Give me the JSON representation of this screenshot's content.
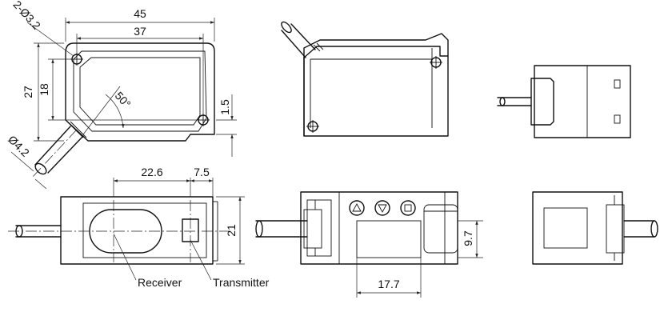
{
  "dimensions": {
    "width_overall": "45",
    "width_inner": "37",
    "height_overall": "27",
    "height_inner": "18",
    "hole": "2-Ø3.2",
    "angle": "50°",
    "offset": "1.5",
    "cable": "Ø4.2",
    "receiver_pos": "22.6",
    "transmitter_pos": "7.5",
    "depth": "21",
    "display_height": "9.7",
    "display_width": "17.7"
  },
  "labels": {
    "receiver": "Receiver",
    "transmitter": "Transmitter"
  },
  "buttons": {
    "up": "up-triangle-icon",
    "down": "down-triangle-icon",
    "mode": "square-icon"
  }
}
